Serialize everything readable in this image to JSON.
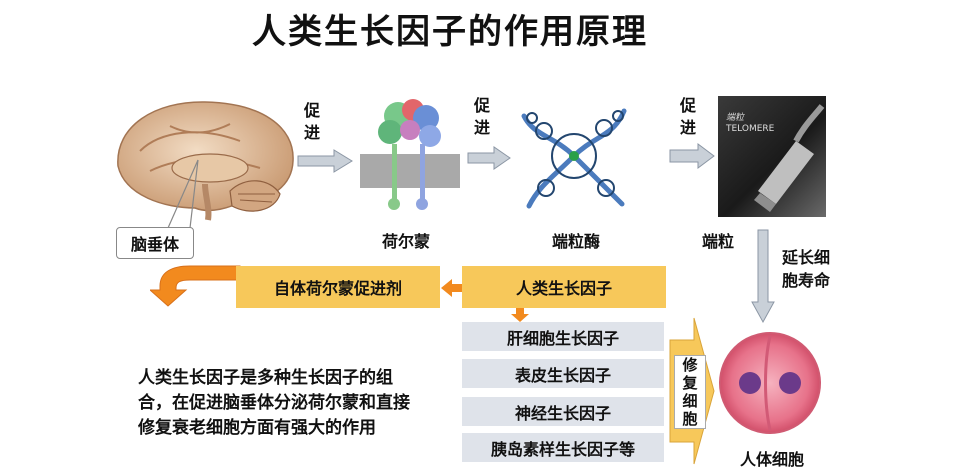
{
  "title": "人类生长因子的作用原理",
  "promote_label_1": "促进",
  "promote_label_2": "促进",
  "promote_label_3": "促进",
  "pituitary_label": "脑垂体",
  "hormone_label": "荷尔蒙",
  "telomerase_label": "端粒酶",
  "telomere_label": "端粒",
  "telomere_image_text": {
    "zh": "端粒",
    "en": "TELOMERE"
  },
  "extend_label": "延长细胞寿命",
  "self_hormone_box": "自体荷尔蒙促进剂",
  "hgf_box": "人类生长因子",
  "growth_factors": [
    "肝细胞生长因子",
    "表皮生长因子",
    "神经生长因子",
    "胰岛素样生长因子等"
  ],
  "repair_label": "修复细胞",
  "cell_label": "人体细胞",
  "description": "人类生长因子是多种生长因子的组合，在促进脑垂体分泌荷尔蒙和直接修复衰老细胞方面有强大的作用",
  "colors": {
    "orange": "#f7c85a",
    "arrow_gray": "#c9d0d8",
    "factor_bg": "#dfe3ea",
    "big_arrow": "#f28a1e"
  }
}
